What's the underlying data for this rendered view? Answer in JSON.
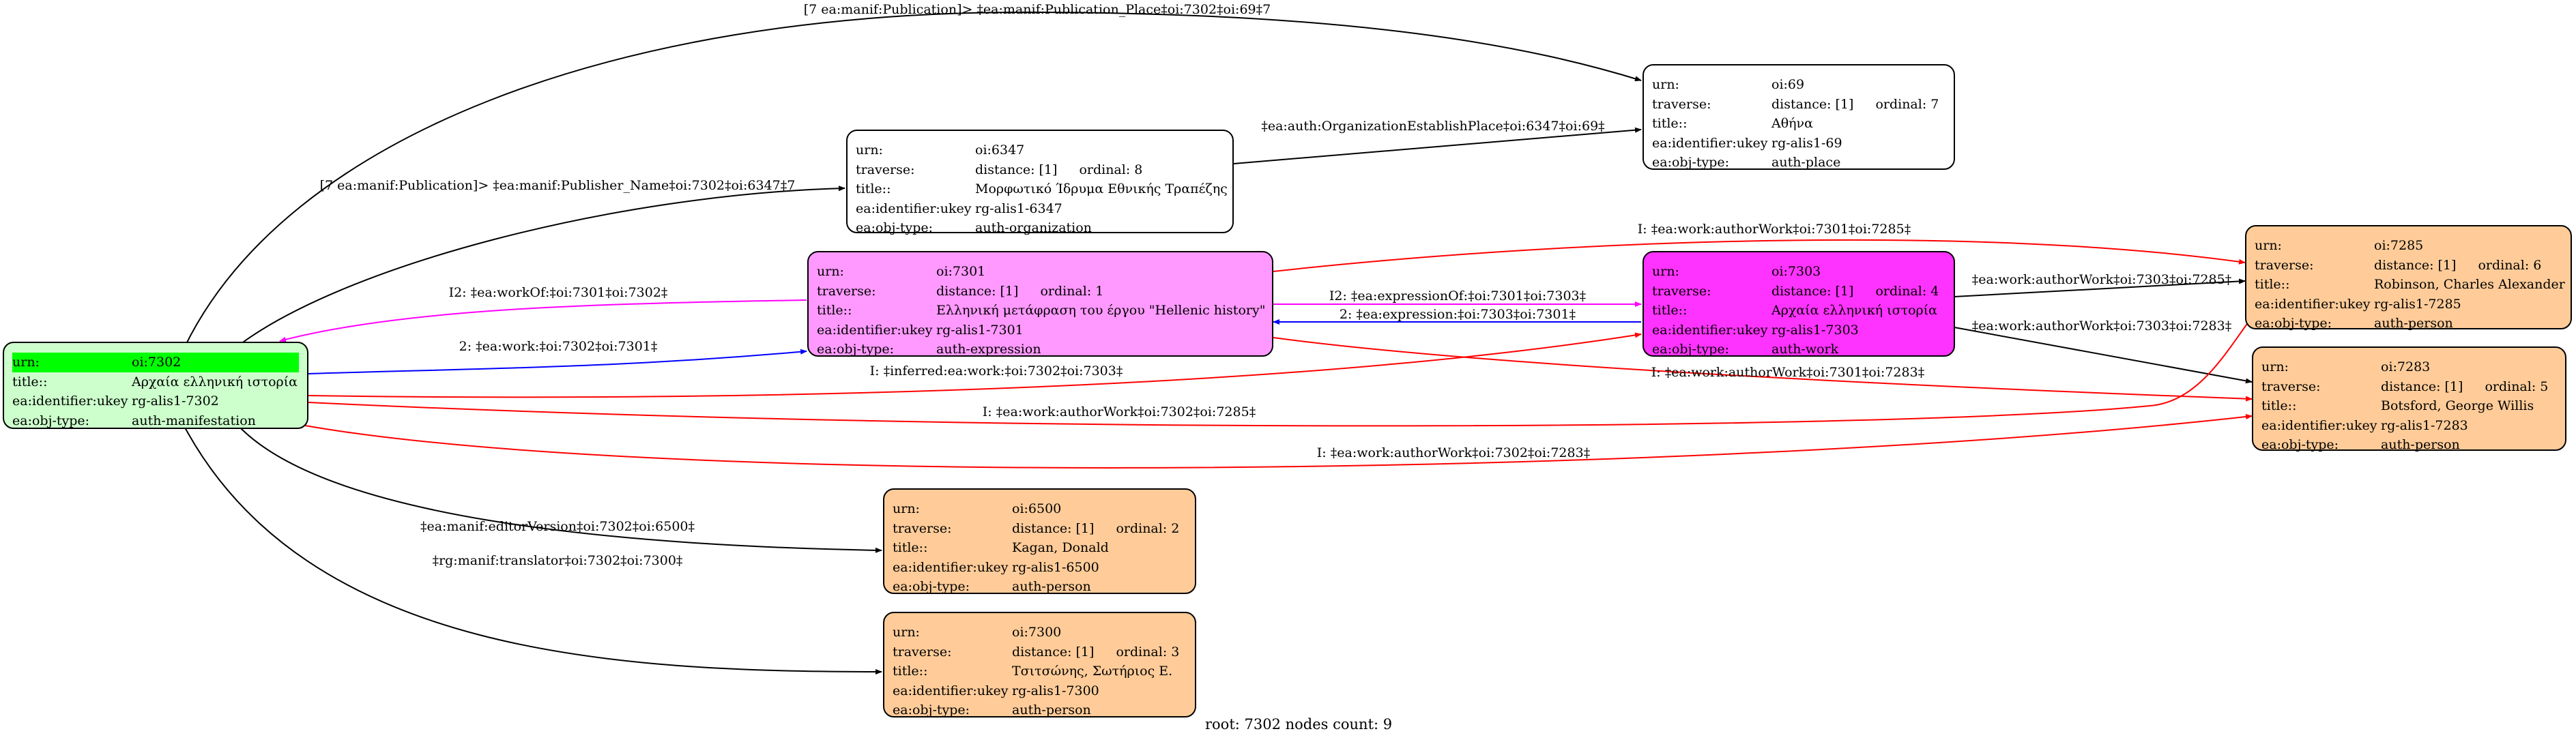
{
  "nodes": [
    {
      "id": "n7302",
      "fill": "#ccffcc",
      "rows": [
        {
          "key": "urn:",
          "value": "oi:7302",
          "highlight": "#00ff00"
        },
        {
          "key": "title::",
          "value": "Αρχαία ελληνική ιστορία"
        },
        {
          "key": "ea:identifier:ukey",
          "value": "rg-alis1-7302"
        },
        {
          "key": "ea:obj-type:",
          "value": "auth-manifestation"
        }
      ]
    },
    {
      "id": "n6347",
      "fill": "#ffffff",
      "rows": [
        {
          "key": "urn:",
          "value": "oi:6347"
        },
        {
          "key": "traverse:",
          "value": "distance: [1]",
          "extra": "ordinal: 8"
        },
        {
          "key": "title::",
          "value": "Μορφωτικό Ίδρυμα Εθνικής Τραπέζης"
        },
        {
          "key": "ea:identifier:ukey",
          "value": "rg-alis1-6347"
        },
        {
          "key": "ea:obj-type:",
          "value": "auth-organization"
        }
      ]
    },
    {
      "id": "n69",
      "fill": "#ffffff",
      "rows": [
        {
          "key": "urn:",
          "value": "oi:69"
        },
        {
          "key": "traverse:",
          "value": "distance: [1]",
          "extra": "ordinal: 7"
        },
        {
          "key": "title::",
          "value": "Αθήνα"
        },
        {
          "key": "ea:identifier:ukey",
          "value": "rg-alis1-69"
        },
        {
          "key": "ea:obj-type:",
          "value": "auth-place"
        }
      ]
    },
    {
      "id": "n7301",
      "fill": "#ff99ff",
      "rows": [
        {
          "key": "urn:",
          "value": "oi:7301"
        },
        {
          "key": "traverse:",
          "value": "distance: [1]",
          "extra": "ordinal: 1"
        },
        {
          "key": "title::",
          "value": "Ελληνική μετάφραση του έργου \"Hellenic history\""
        },
        {
          "key": "ea:identifier:ukey",
          "value": "rg-alis1-7301"
        },
        {
          "key": "ea:obj-type:",
          "value": "auth-expression"
        }
      ]
    },
    {
      "id": "n7303",
      "fill": "#ff33ff",
      "rows": [
        {
          "key": "urn:",
          "value": "oi:7303"
        },
        {
          "key": "traverse:",
          "value": "distance: [1]",
          "extra": "ordinal: 4"
        },
        {
          "key": "title::",
          "value": "Αρχαία ελληνική ιστορία"
        },
        {
          "key": "ea:identifier:ukey",
          "value": "rg-alis1-7303"
        },
        {
          "key": "ea:obj-type:",
          "value": "auth-work"
        }
      ]
    },
    {
      "id": "n7285",
      "fill": "#ffcc99",
      "rows": [
        {
          "key": "urn:",
          "value": "oi:7285"
        },
        {
          "key": "traverse:",
          "value": "distance: [1]",
          "extra": "ordinal: 6"
        },
        {
          "key": "title::",
          "value": "Robinson, Charles Alexander"
        },
        {
          "key": "ea:identifier:ukey",
          "value": "rg-alis1-7285"
        },
        {
          "key": "ea:obj-type:",
          "value": "auth-person"
        }
      ]
    },
    {
      "id": "n7283",
      "fill": "#ffcc99",
      "rows": [
        {
          "key": "urn:",
          "value": "oi:7283"
        },
        {
          "key": "traverse:",
          "value": "distance: [1]",
          "extra": "ordinal: 5"
        },
        {
          "key": "title::",
          "value": "Botsford, George Willis"
        },
        {
          "key": "ea:identifier:ukey",
          "value": "rg-alis1-7283"
        },
        {
          "key": "ea:obj-type:",
          "value": "auth-person"
        }
      ]
    },
    {
      "id": "n6500",
      "fill": "#ffcc99",
      "rows": [
        {
          "key": "urn:",
          "value": "oi:6500"
        },
        {
          "key": "traverse:",
          "value": "distance: [1]",
          "extra": "ordinal: 2"
        },
        {
          "key": "title::",
          "value": "Kagan, Donald"
        },
        {
          "key": "ea:identifier:ukey",
          "value": "rg-alis1-6500"
        },
        {
          "key": "ea:obj-type:",
          "value": "auth-person"
        }
      ]
    },
    {
      "id": "n7300",
      "fill": "#ffcc99",
      "rows": [
        {
          "key": "urn:",
          "value": "oi:7300"
        },
        {
          "key": "traverse:",
          "value": "distance: [1]",
          "extra": "ordinal: 3"
        },
        {
          "key": "title::",
          "value": "Τσιτσώνης, Σωτήριος Ε."
        },
        {
          "key": "ea:identifier:ukey",
          "value": "rg-alis1-7300"
        },
        {
          "key": "ea:obj-type:",
          "value": "auth-person"
        }
      ]
    }
  ],
  "edges": [
    {
      "label": "[7 ea:manif:Publication]> ‡ea:manif:Publication_Place‡oi:7302‡oi:69‡7",
      "color": "#000000"
    },
    {
      "label": "[7 ea:manif:Publication]> ‡ea:manif:Publisher_Name‡oi:7302‡oi:6347‡7",
      "color": "#000000"
    },
    {
      "label": "‡ea:auth:OrganizationEstablishPlace‡oi:6347‡oi:69‡",
      "color": "#000000"
    },
    {
      "label": "I2: ‡ea:workOf:‡oi:7301‡oi:7302‡",
      "color": "#ff00ff"
    },
    {
      "label": "2: ‡ea:work:‡oi:7302‡oi:7301‡",
      "color": "#0000ff"
    },
    {
      "label": "I: ‡ea:work:authorWork‡oi:7301‡oi:7285‡",
      "color": "#ff0000"
    },
    {
      "label": "I2: ‡ea:expressionOf:‡oi:7301‡oi:7303‡",
      "color": "#ff00ff"
    },
    {
      "label": "2: ‡ea:expression:‡oi:7303‡oi:7301‡",
      "color": "#0000ff"
    },
    {
      "label": "I: ‡inferred:ea:work:‡oi:7302‡oi:7303‡",
      "color": "#ff0000"
    },
    {
      "label": "I: ‡ea:work:authorWork‡oi:7301‡oi:7283‡",
      "color": "#ff0000"
    },
    {
      "label": "‡ea:work:authorWork‡oi:7303‡oi:7285‡",
      "color": "#000000"
    },
    {
      "label": "‡ea:work:authorWork‡oi:7303‡oi:7283‡",
      "color": "#000000"
    },
    {
      "label": "I: ‡ea:work:authorWork‡oi:7302‡oi:7285‡",
      "color": "#ff0000"
    },
    {
      "label": "I: ‡ea:work:authorWork‡oi:7302‡oi:7283‡",
      "color": "#ff0000"
    },
    {
      "label": "‡ea:manif:editorVersion‡oi:7302‡oi:6500‡",
      "color": "#000000"
    },
    {
      "label": "‡rg:manif:translator‡oi:7302‡oi:7300‡",
      "color": "#000000"
    }
  ],
  "footer": "root: 7302 nodes count: 9"
}
